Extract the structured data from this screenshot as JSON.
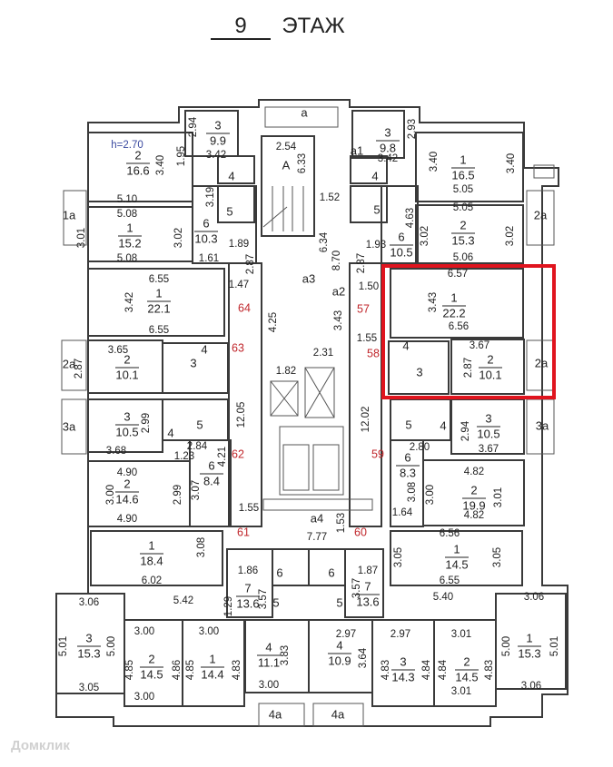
{
  "title": {
    "floor_number": "9",
    "label": "ЭТАЖ"
  },
  "ceiling_height": "h=2.70",
  "highlight_color": "#e0141e",
  "watermark": "Домклик",
  "rooms": [
    {
      "num": "3",
      "area": "9.9"
    },
    {
      "num": "2",
      "area": "16.6"
    },
    {
      "num": "1",
      "area": "15.2"
    },
    {
      "num": "6",
      "area": "10.3"
    },
    {
      "num": "1",
      "area": "22.1"
    },
    {
      "num": "2",
      "area": "10.1"
    },
    {
      "num": "3",
      "area": "10.5"
    },
    {
      "num": "6",
      "area": "8.4"
    },
    {
      "num": "2",
      "area": "14.6"
    },
    {
      "num": "1",
      "area": "18.4"
    },
    {
      "num": "7",
      "area": "13.6"
    },
    {
      "num": "3",
      "area": "15.3"
    },
    {
      "num": "2",
      "area": "14.5"
    },
    {
      "num": "1",
      "area": "14.4"
    },
    {
      "num": "4",
      "area": "11.1"
    },
    {
      "num": "3",
      "area": "9.8"
    },
    {
      "num": "1",
      "area": "16.5"
    },
    {
      "num": "2",
      "area": "15.3"
    },
    {
      "num": "6",
      "area": "10.5"
    },
    {
      "num": "1",
      "area": "22.2"
    },
    {
      "num": "2",
      "area": "10.1"
    },
    {
      "num": "3",
      "area": "10.5"
    },
    {
      "num": "6",
      "area": "8.3"
    },
    {
      "num": "2",
      "area": "19.9"
    },
    {
      "num": "1",
      "area": "14.5"
    },
    {
      "num": "7",
      "area": "13.6"
    },
    {
      "num": "4",
      "area": "10.9"
    },
    {
      "num": "3",
      "area": "14.3"
    },
    {
      "num": "2",
      "area": "14.5"
    },
    {
      "num": "1",
      "area": "15.3"
    }
  ],
  "room_labels": [
    "4",
    "5",
    "4",
    "3",
    "4",
    "5",
    "6",
    "5",
    "4",
    "5",
    "4",
    "3",
    "5",
    "4",
    "6",
    "5",
    "A",
    "a",
    "a1",
    "a2",
    "a3",
    "a4",
    "1a",
    "2a",
    "3a",
    "2a",
    "2a",
    "3a",
    "4a",
    "4a"
  ],
  "dimensions": [
    "2.94",
    "3.42",
    "1.95",
    "3.40",
    "5.10",
    "5.08",
    "3.01",
    "3.02",
    "5.08",
    "3.19",
    "1.89",
    "1.61",
    "2.87",
    "1.47",
    "6.55",
    "3.42",
    "6.55",
    "2.54",
    "6.33",
    "1.52",
    "6.34",
    "8.70",
    "3.43",
    "4.25",
    "2.31",
    "1.82",
    "3.65",
    "2.87",
    "12.05",
    "2.99",
    "3.68",
    "2.84",
    "1.23",
    "4.21",
    "4.90",
    "3.00",
    "2.99",
    "3.07",
    "4.90",
    "1.55",
    "7.77",
    "1.53",
    "3.08",
    "6.02",
    "1.86",
    "3.57",
    "1.29",
    "5.42",
    "3.06",
    "5.01",
    "5.00",
    "3.05",
    "3.00",
    "3.00",
    "4.85",
    "4.86",
    "4.85",
    "4.83",
    "3.83",
    "3.00",
    "3.00",
    "2.93",
    "3.42",
    "3.40",
    "3.40",
    "5.05",
    "5.05",
    "4.63",
    "3.02",
    "3.02",
    "5.06",
    "1.93",
    "2.87",
    "1.50",
    "6.57",
    "3.43",
    "6.56",
    "1.55",
    "3.67",
    "2.87",
    "12.02",
    "2.94",
    "3.67",
    "2.80",
    "4.82",
    "3.08",
    "3.00",
    "3.01",
    "1.64",
    "4.82",
    "6.56",
    "3.05",
    "3.05",
    "6.55",
    "1.87",
    "3.57",
    "5.40",
    "3.06",
    "2.97",
    "3.64",
    "2.97",
    "3.01",
    "4.83",
    "4.84",
    "4.84",
    "4.83",
    "3.01",
    "5.00",
    "5.01",
    "3.06"
  ],
  "apartment_numbers": [
    "64",
    "63",
    "62",
    "61",
    "57",
    "58",
    "59",
    "60"
  ]
}
